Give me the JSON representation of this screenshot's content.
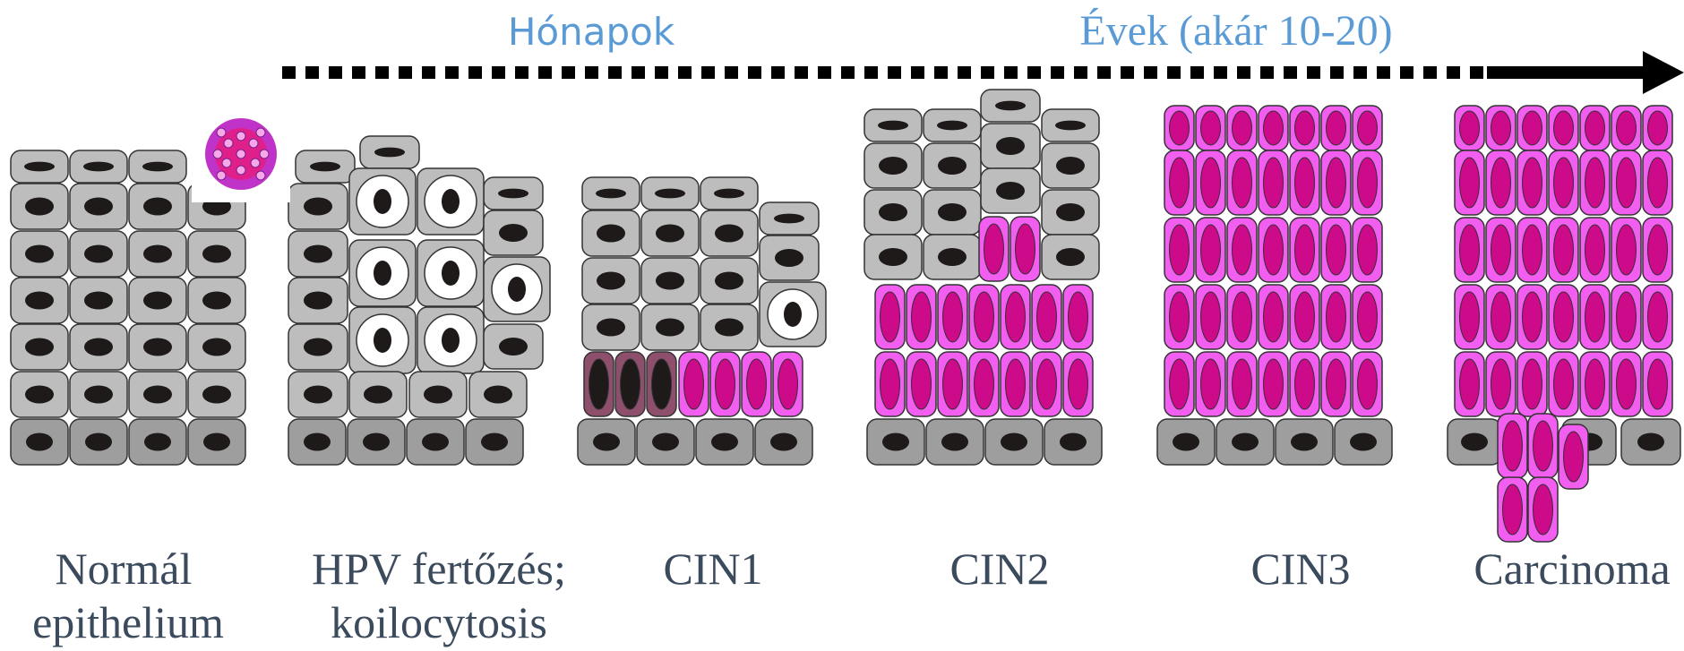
{
  "timeline": {
    "months_label": "Hónapok",
    "years_label": "Évek (akár 10-20)"
  },
  "stages": [
    {
      "line1": "Normál",
      "line2": "epithelium"
    },
    {
      "line1": "HPV fertőzés;",
      "line2": "koilocytosis"
    },
    {
      "line1": "CIN1",
      "line2": ""
    },
    {
      "line1": "CIN2",
      "line2": ""
    },
    {
      "line1": "CIN3",
      "line2": ""
    },
    {
      "line1": "Carcinoma",
      "line2": ""
    }
  ],
  "colors": {
    "normal_cell": "#bdbdbd",
    "basal_cell": "#9e9e9e",
    "nucleus": "#1e1a1a",
    "dysplastic_cell": "#f25ff0",
    "dysplastic_nucleus": "#cc0a8a",
    "dark_dysplastic_cell": "#8e4f6c",
    "koilocyte_halo": "#ffffff",
    "label_text": "#3b4a5c",
    "timeline_text": "#5b9bd5",
    "arrow": "#000000",
    "virus": "#c033c8"
  },
  "icons": {
    "virus": "hpv-virus-icon"
  }
}
